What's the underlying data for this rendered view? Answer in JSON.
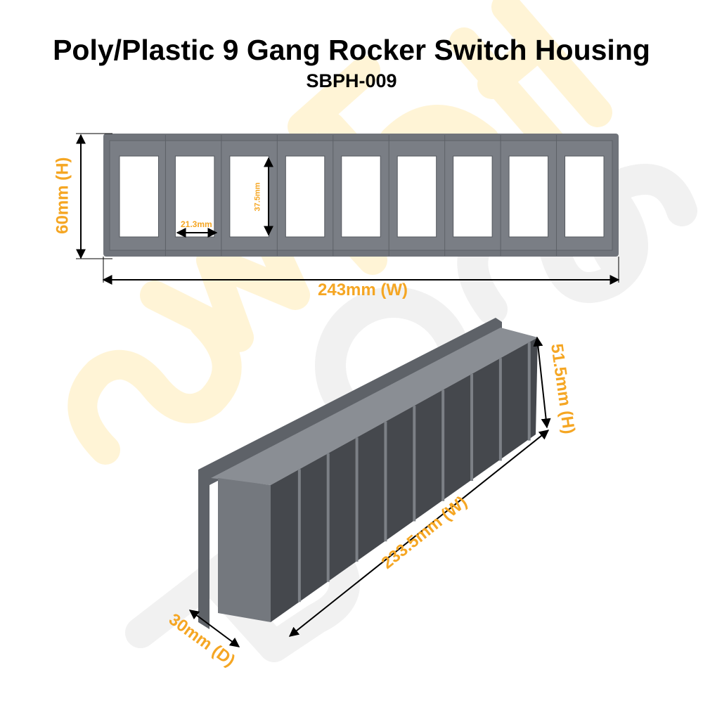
{
  "title": "Poly/Plastic 9 Gang Rocker Switch Housing",
  "model": "SBPH-009",
  "watermark": {
    "top": "SWITCH",
    "bottom": "BOSS"
  },
  "colors": {
    "accent": "#f5a623",
    "plastic": "#6f737a",
    "watermark": "#fff4d6"
  },
  "front_view": {
    "gangs": 9,
    "height_label": "60mm (H)",
    "width_label": "243mm (W)",
    "opening_width_label": "21.3mm",
    "opening_height_label": "37.5mm"
  },
  "iso_view": {
    "height_label": "51.5mm (H)",
    "width_label": "233.5mm (W)",
    "depth_label": "30mm (D)"
  }
}
